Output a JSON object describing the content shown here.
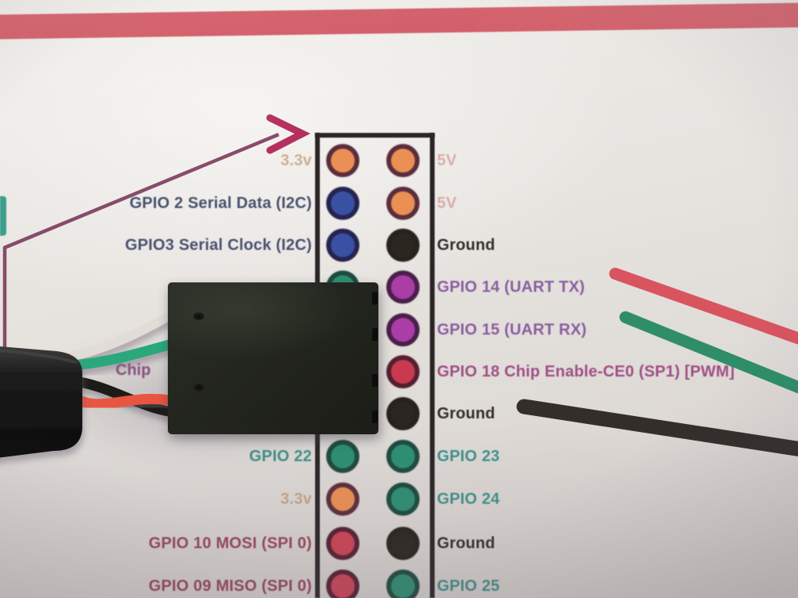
{
  "scene": {
    "description": "Photograph of a printed Raspberry Pi GPIO pinout diagram with a black 4-wire dupont connector plugged over the header and wire traces drawn to the side",
    "paper_color": "#e8e5e1",
    "top_band_color": "#d15a63",
    "teal_edge_mark_color": "#3f9d8d"
  },
  "printed_diagram": {
    "arrow": {
      "line_color": "#7c3a5c",
      "head_color": "#b5305f"
    },
    "occluded_fragment": "Chip",
    "pin_ring_colors": {
      "orange": "#5b2d3c",
      "blue": "#252350",
      "black": "#27221e",
      "magenta": "#4a1f4a",
      "crimson": "#551f30",
      "teal": "#1e4a40",
      "red": "#541f31"
    },
    "pin_fill_colors": {
      "orange": "#ea9055",
      "blue": "#3a51a3",
      "black": "#2c2620",
      "magenta": "#ab3ea6",
      "crimson": "#c93a4f",
      "teal": "#2d9072",
      "red": "#cf4456"
    },
    "rows": [
      {
        "left": {
          "text": "3.3v",
          "color": "#c09a73",
          "opacity": 0.75,
          "pin": "orange"
        },
        "right": {
          "text": "5V",
          "color": "#d8a29e",
          "opacity": 0.85,
          "pin": "orange"
        }
      },
      {
        "left": {
          "text": "GPIO 2 Serial Data (I2C)",
          "color": "#4a5270",
          "opacity": 1,
          "pin": "blue"
        },
        "right": {
          "text": "5V",
          "color": "#d8a29e",
          "opacity": 0.85,
          "pin": "orange"
        }
      },
      {
        "left": {
          "text": "GPIO3 Serial Clock (I2C)",
          "color": "#4a5270",
          "opacity": 1,
          "pin": "blue"
        },
        "right": {
          "text": "Ground",
          "color": "#332e2b",
          "opacity": 1,
          "pin": "black"
        }
      },
      {
        "left": {
          "text": "",
          "color": "#4a5270",
          "opacity": 1,
          "pin": "teal"
        },
        "right": {
          "text": "GPIO 14 (UART TX)",
          "color": "#8a5fa0",
          "opacity": 1,
          "pin": "magenta"
        }
      },
      {
        "left": {
          "text": "",
          "color": "#4a5270",
          "opacity": 1,
          "pin": "teal"
        },
        "right": {
          "text": "GPIO 15 (UART RX)",
          "color": "#8a5fa0",
          "opacity": 1,
          "pin": "magenta"
        }
      },
      {
        "left": {
          "text": "",
          "color": "#8d4a84",
          "opacity": 1,
          "pin": "crimson"
        },
        "right": {
          "text": "GPIO 18 Chip Enable-CE0 (SP1) [PWM]",
          "color": "#a04f86",
          "opacity": 1,
          "pin": "crimson"
        }
      },
      {
        "left": {
          "text": "",
          "color": "#332e2b",
          "opacity": 1,
          "pin": "black"
        },
        "right": {
          "text": "Ground",
          "color": "#332e2b",
          "opacity": 1,
          "pin": "black"
        }
      },
      {
        "left": {
          "text": "GPIO 22",
          "color": "#3f918c",
          "opacity": 1,
          "pin": "teal"
        },
        "right": {
          "text": "GPIO 23",
          "color": "#3f918c",
          "opacity": 1,
          "pin": "teal"
        }
      },
      {
        "left": {
          "text": "3.3v",
          "color": "#c09a73",
          "opacity": 0.8,
          "pin": "orange"
        },
        "right": {
          "text": "GPIO 24",
          "color": "#3f918c",
          "opacity": 1,
          "pin": "teal"
        }
      },
      {
        "left": {
          "text": "GPIO 10 MOSI (SPI 0)",
          "color": "#9a4560",
          "opacity": 1,
          "pin": "red"
        },
        "right": {
          "text": "Ground",
          "color": "#332e2b",
          "opacity": 1,
          "pin": "black"
        }
      },
      {
        "left": {
          "text": "GPIO 09 MISO (SPI 0)",
          "color": "#9a4560",
          "opacity": 1,
          "pin": "red"
        },
        "right": {
          "text": "GPIO 25",
          "color": "#3f918c",
          "opacity": 1,
          "pin": "teal"
        }
      }
    ],
    "wire_traces": [
      {
        "name": "red-trace",
        "color": "#d85560"
      },
      {
        "name": "green-trace",
        "color": "#2f8e68"
      },
      {
        "name": "black-trace",
        "color": "#332e2a"
      }
    ]
  },
  "physical_objects": {
    "connector_color": "#23261e",
    "cable_sheath_color": "#151515",
    "wires": [
      {
        "name": "white-wire",
        "color": "#e1dcd5"
      },
      {
        "name": "green-wire",
        "color": "#2aa87b"
      },
      {
        "name": "black-wire",
        "color": "#1b1b19"
      },
      {
        "name": "red-wire",
        "color": "#e85440"
      }
    ]
  }
}
